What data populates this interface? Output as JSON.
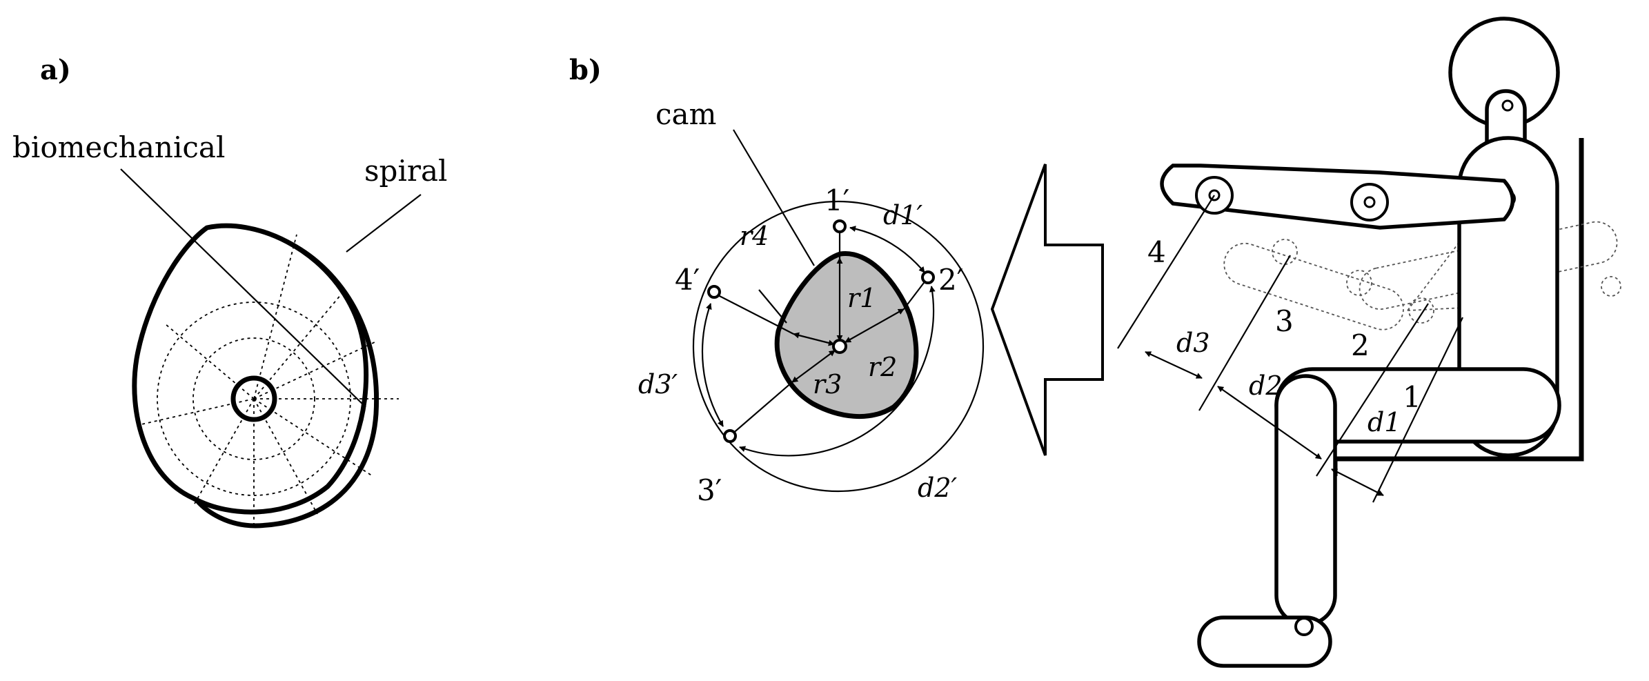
{
  "panel_a": {
    "label": "a)",
    "biomechanical_label": "biomechanical",
    "spiral_label": "spiral"
  },
  "panel_b": {
    "label": "b)",
    "cam_label": "cam",
    "points": [
      "1′",
      "2′",
      "3′",
      "4′"
    ],
    "radii": [
      "r1",
      "r2",
      "r3",
      "r4"
    ],
    "arc_distances": [
      "d1′",
      "d2′",
      "d3′"
    ],
    "segment_numbers": [
      "1",
      "2",
      "3",
      "4"
    ],
    "distances": [
      "d1",
      "d2",
      "d3"
    ]
  },
  "colors": {
    "cam_fill": "#bdbdbd",
    "line": "#000000"
  }
}
